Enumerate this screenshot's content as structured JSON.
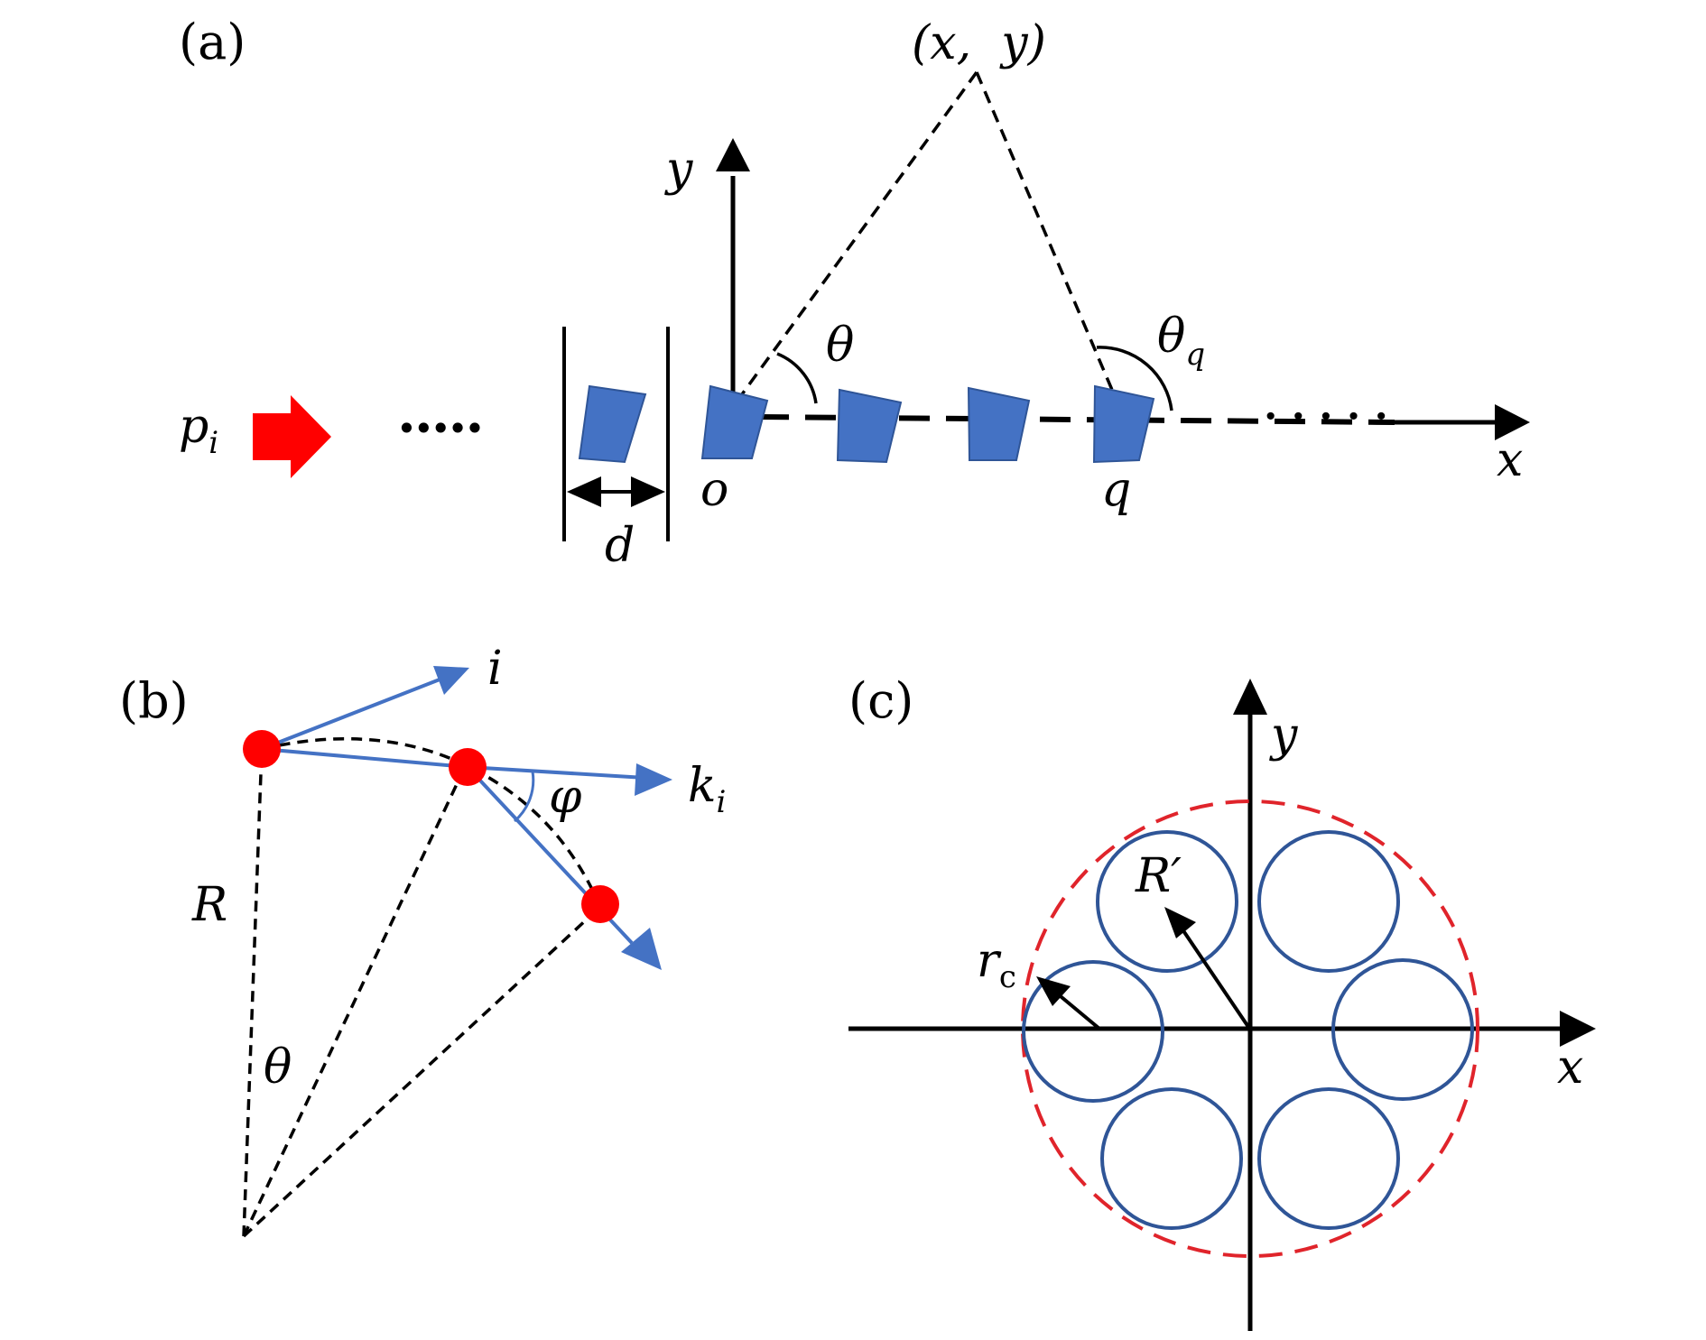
{
  "colors": {
    "ink": "#000000",
    "blue_fill": "#4472c4",
    "blue_stroke": "#2f5597",
    "red": "#ff0000",
    "red_dashed": "#e0242b",
    "circle_blue": "#2f5597"
  },
  "panel_a": {
    "label": "(a)",
    "point_label": "(x,  y)",
    "y_axis": "y",
    "x_axis": "x",
    "p_main": "p",
    "p_sub": "i",
    "theta": "θ",
    "theta_q_main": "θ",
    "theta_q_sub": "q",
    "origin": "o",
    "q_label": "q",
    "d_label": "d",
    "left_dots": "·····",
    "right_dots": "· · · · ·"
  },
  "panel_b": {
    "label": "(b)",
    "i_label": "i",
    "k_main": "k",
    "k_sub": "i",
    "phi": "φ",
    "r_label": "R",
    "theta": "θ"
  },
  "panel_c": {
    "label": "(c)",
    "y_axis": "y",
    "x_axis": "x",
    "r_prime": "R′",
    "rc_main": "r",
    "rc_sub": "c"
  }
}
